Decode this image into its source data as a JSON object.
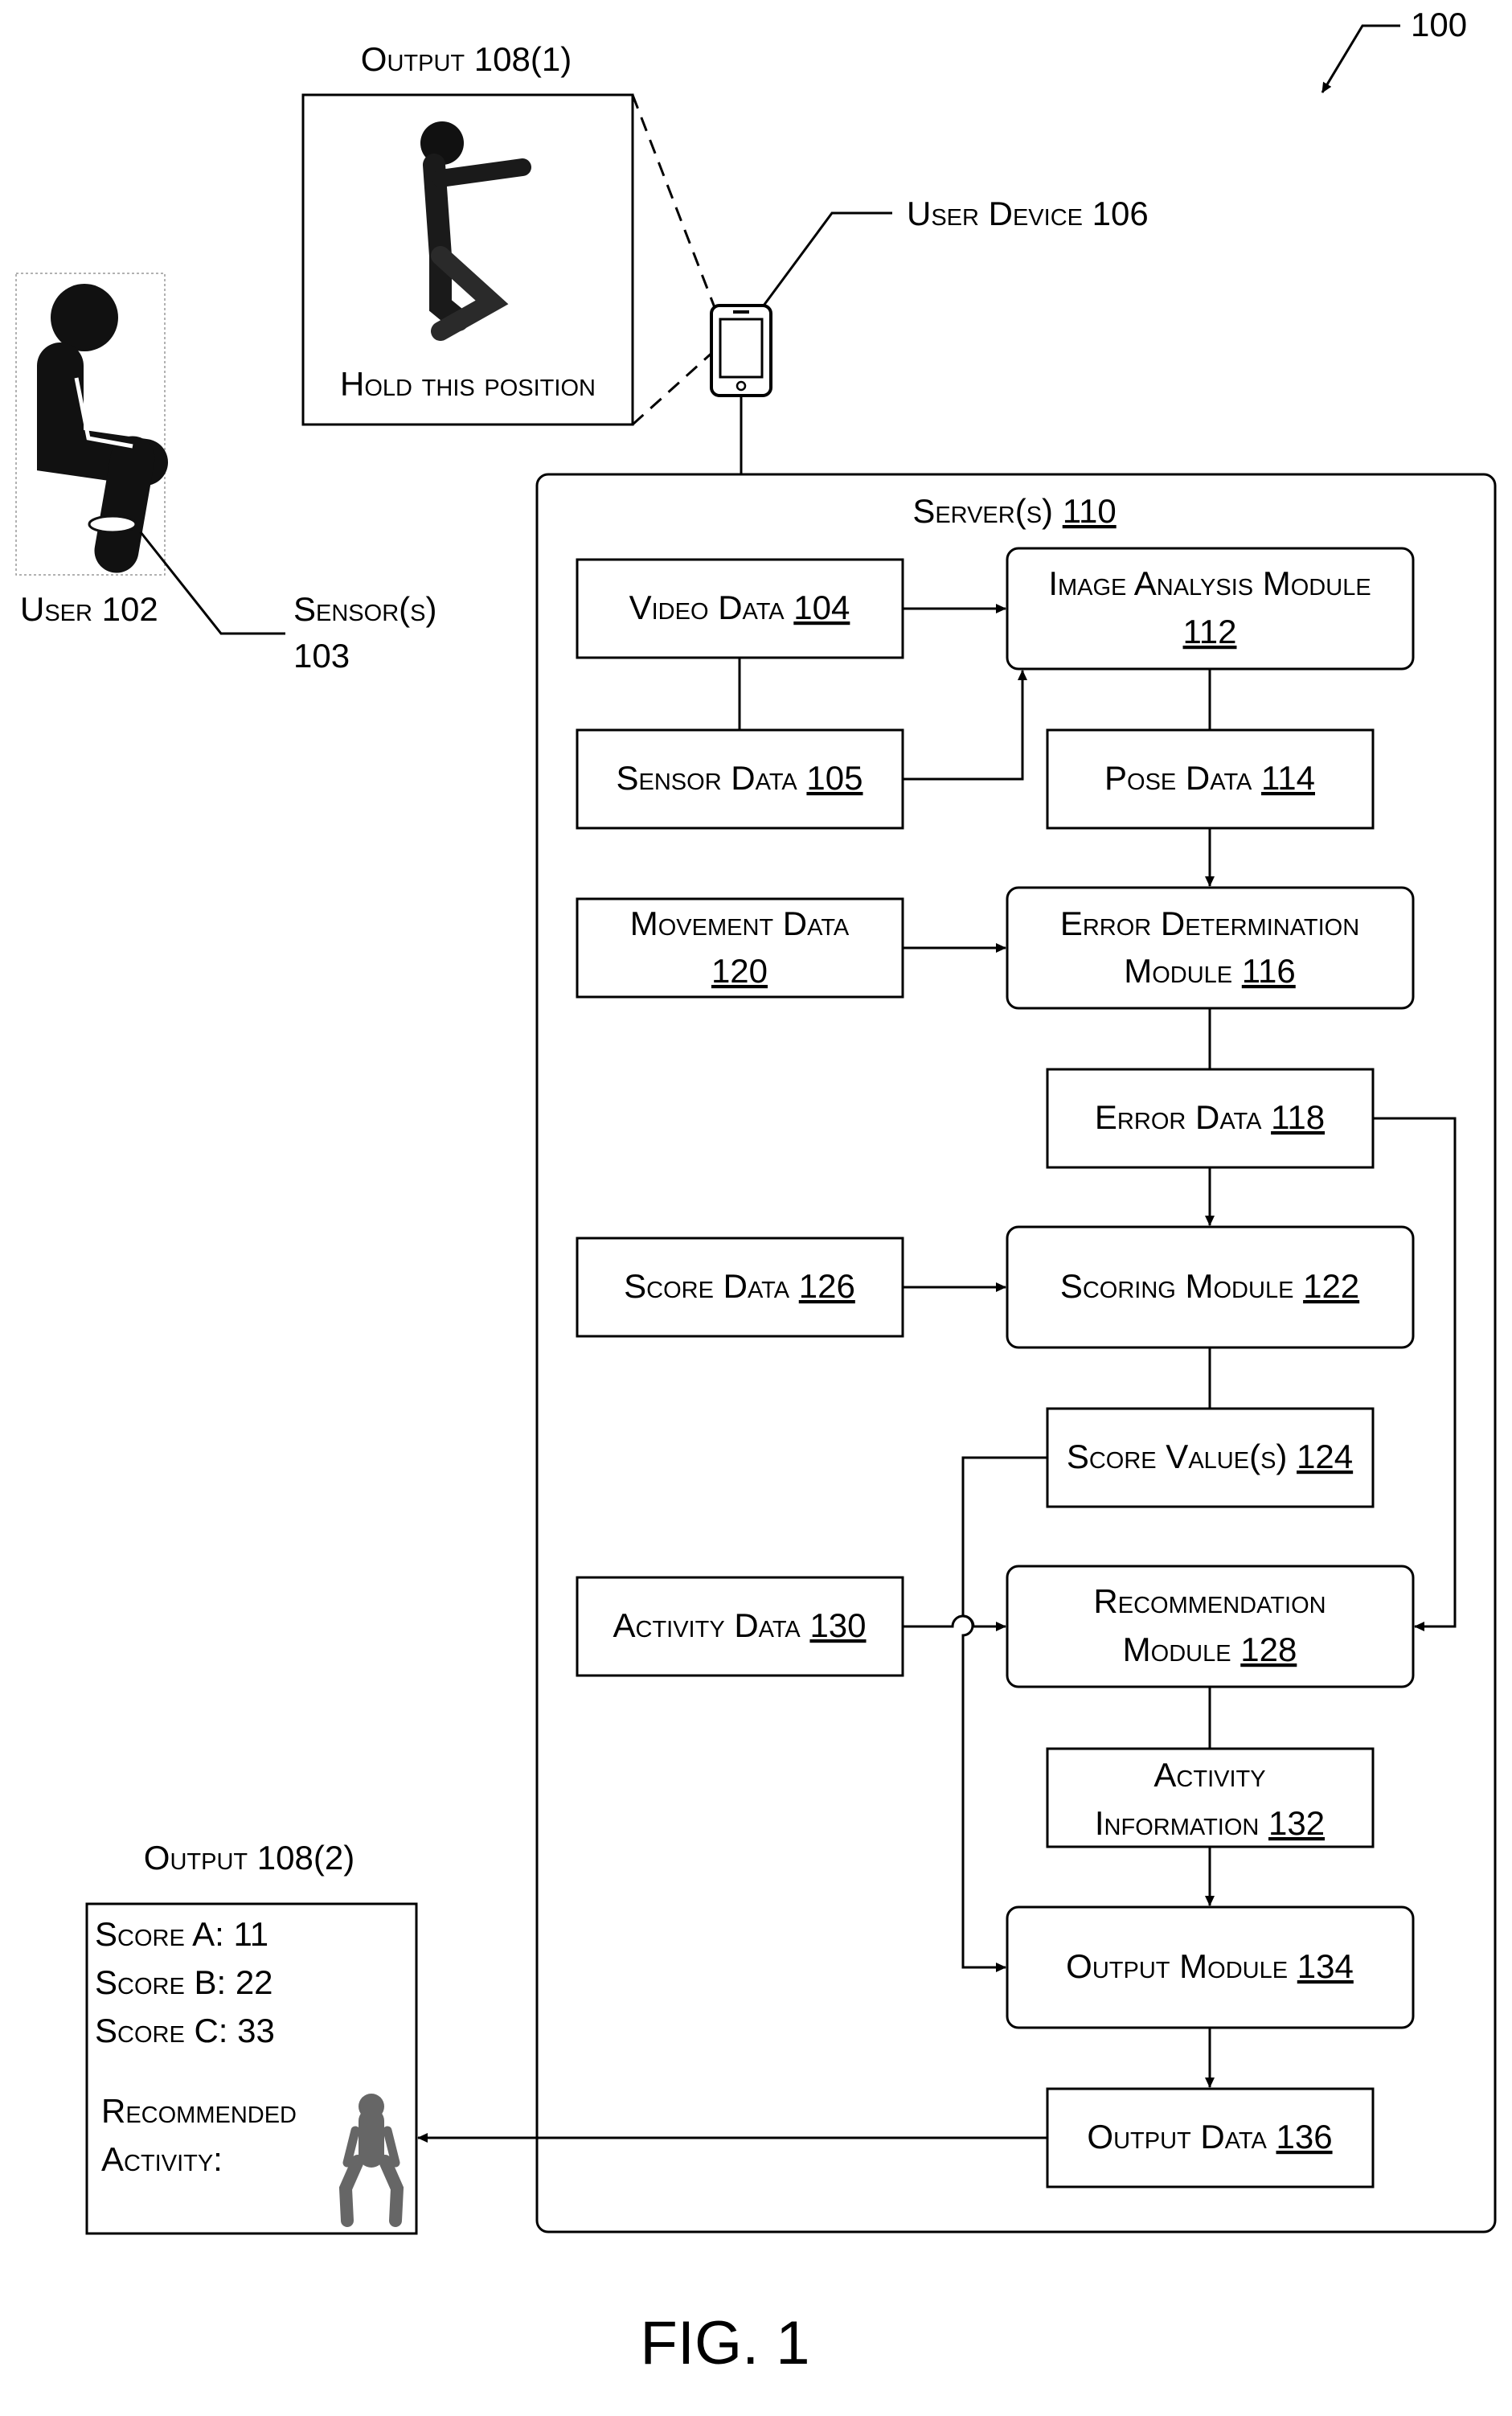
{
  "ref_number": "100",
  "figure_label": "FIG. 1",
  "output_1": {
    "title": "Output 108(1)",
    "caption": "Hold this position"
  },
  "user": {
    "label": "User 102"
  },
  "sensor": {
    "label": "Sensor(s)",
    "number": "103"
  },
  "user_device": {
    "label": "User Device 106"
  },
  "server": {
    "label": "Server(s)",
    "number": "110"
  },
  "blocks": {
    "video_data": {
      "label": "Video Data",
      "number": "104"
    },
    "sensor_data": {
      "label": "Sensor Data",
      "number": "105"
    },
    "image_analysis": {
      "label": "Image Analysis Module",
      "number": "112"
    },
    "pose_data": {
      "label": "Pose Data",
      "number": "114"
    },
    "movement_data": {
      "label": "Movement Data",
      "number": "120"
    },
    "error_determination": {
      "label": "Error Determination",
      "label2": "Module",
      "number": "116"
    },
    "error_data": {
      "label": "Error Data",
      "number": "118"
    },
    "score_data": {
      "label": "Score Data",
      "number": "126"
    },
    "scoring_module": {
      "label": "Scoring Module",
      "number": "122"
    },
    "score_values": {
      "label": "Score Value(s)",
      "number": "124"
    },
    "activity_data": {
      "label": "Activity Data",
      "number": "130"
    },
    "recommendation": {
      "label": "Recommendation",
      "label2": "Module",
      "number": "128"
    },
    "activity_info": {
      "label": "Activity",
      "label2": "Information",
      "number": "132"
    },
    "output_module": {
      "label": "Output Module",
      "number": "134"
    },
    "output_data": {
      "label": "Output Data",
      "number": "136"
    }
  },
  "output_2": {
    "title": "Output 108(2)",
    "scores": [
      "Score A: 11",
      "Score B: 22",
      "Score C: 33"
    ],
    "recommended": "Recommended",
    "activity": "Activity:"
  }
}
